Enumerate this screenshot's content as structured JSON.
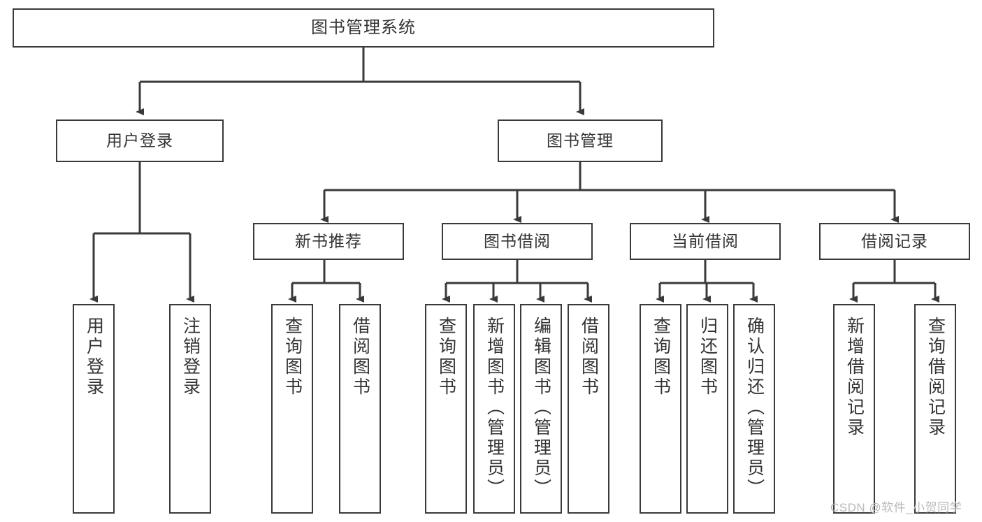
{
  "diagram": {
    "title": "图书管理系统",
    "type": "tree-hierarchy",
    "watermark": "CSDN @软件_小贺同学",
    "colors": {
      "box_border": "#3a3a3a",
      "box_fill": "#ffffff",
      "edge": "#3a3a3a",
      "text": "#333333",
      "watermark": "#b9b9b9"
    }
  },
  "nodes": {
    "root": {
      "label": "图书管理系统"
    },
    "level2": [
      {
        "id": "user-login",
        "label": "用户登录"
      },
      {
        "id": "book-manage",
        "label": "图书管理"
      }
    ],
    "level3": [
      {
        "id": "new-book-recommend",
        "label": "新书推荐"
      },
      {
        "id": "book-borrow",
        "label": "图书借阅"
      },
      {
        "id": "current-borrow",
        "label": "当前借阅"
      },
      {
        "id": "borrow-record",
        "label": "借阅记录"
      }
    ],
    "leaves": {
      "user_login": [
        {
          "id": "leaf-user-login",
          "label": "用户登录"
        },
        {
          "id": "leaf-logout-login",
          "label": "注销登录"
        }
      ],
      "new_book_recommend": [
        {
          "id": "leaf-query-book-1",
          "label": "查询图书"
        },
        {
          "id": "leaf-borrow-book-1",
          "label": "借阅图书"
        }
      ],
      "book_borrow": [
        {
          "id": "leaf-query-book-2",
          "label": "查询图书"
        },
        {
          "id": "leaf-add-book",
          "label": "新增图书（管理员）"
        },
        {
          "id": "leaf-edit-book",
          "label": "编辑图书（管理员）"
        },
        {
          "id": "leaf-borrow-book-2",
          "label": "借阅图书"
        }
      ],
      "current_borrow": [
        {
          "id": "leaf-query-book-3",
          "label": "查询图书"
        },
        {
          "id": "leaf-return-book",
          "label": "归还图书"
        },
        {
          "id": "leaf-confirm-return",
          "label": "确认归还（管理员）"
        }
      ],
      "borrow_record": [
        {
          "id": "leaf-add-record",
          "label": "新增借阅记录"
        },
        {
          "id": "leaf-query-record",
          "label": "查询借阅记录"
        }
      ]
    }
  }
}
